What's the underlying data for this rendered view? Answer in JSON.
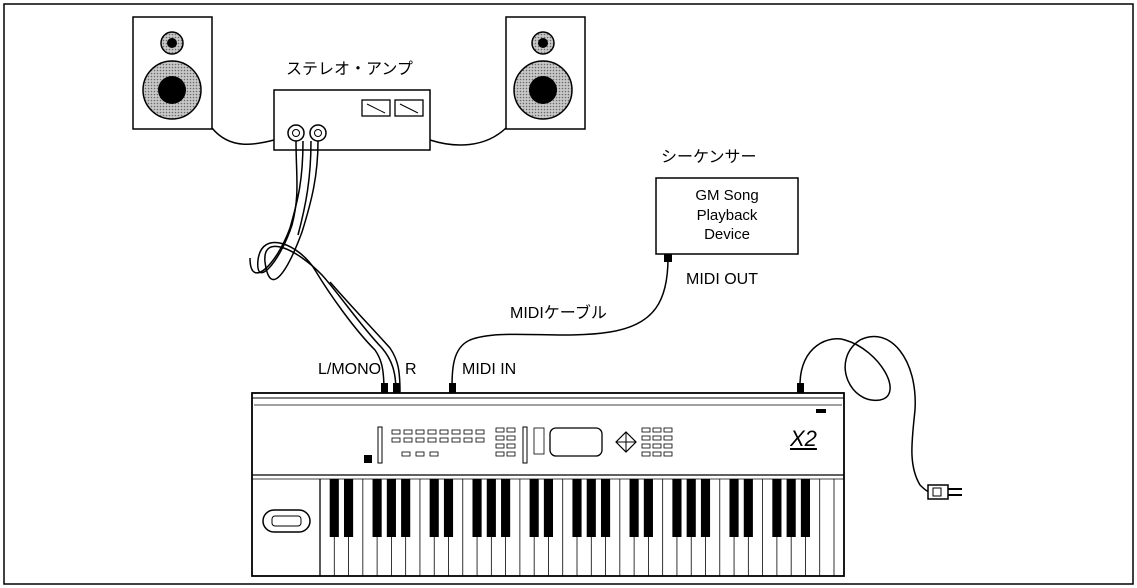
{
  "labels": {
    "stereo_amp": "ステレオ・アンプ",
    "sequencer": "シーケンサー",
    "device_line1": "GM Song",
    "device_line2": "Playback",
    "device_line3": "Device",
    "midi_out": "MIDI OUT",
    "midi_cable": "MIDIケーブル",
    "l_mono": "L/MONO",
    "r": "R",
    "midi_in": "MIDI IN",
    "logo": "X2"
  },
  "colors": {
    "line": "#000000",
    "speaker_cone": "#a0a0a0",
    "background": "#ffffff"
  }
}
